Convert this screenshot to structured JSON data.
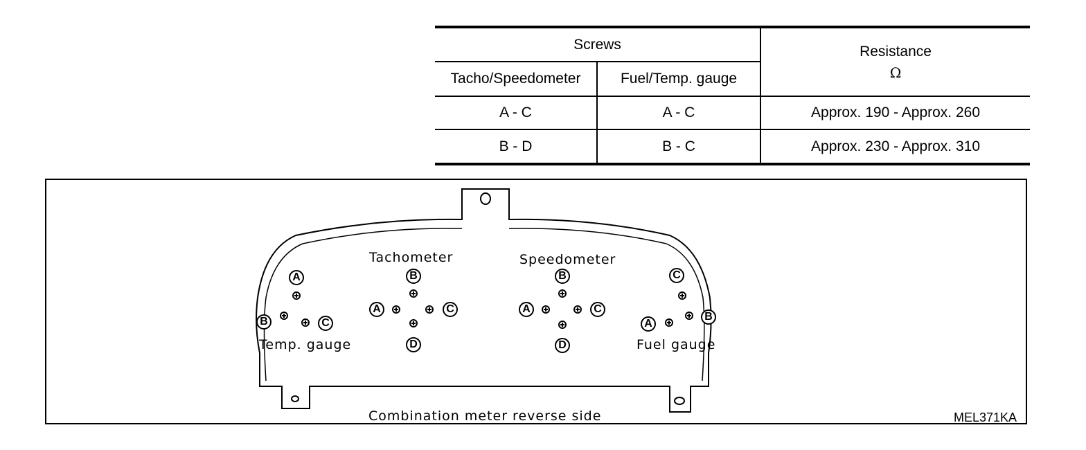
{
  "table": {
    "screws_header": "Screws",
    "tacho_header": "Tacho/Speedometer",
    "fuel_header": "Fuel/Temp. gauge",
    "resistance_header": "Resistance",
    "resistance_unit": "Ω",
    "rows": [
      {
        "tacho": "A - C",
        "fuel": "A - C",
        "resistance": "Approx. 190 - Approx. 260"
      },
      {
        "tacho": "B - D",
        "fuel": "B - C",
        "resistance": "Approx. 230 - Approx. 310"
      }
    ]
  },
  "diagram": {
    "tachometer_label": "Tachometer",
    "speedometer_label": "Speedometer",
    "temp_gauge_label": "Temp. gauge",
    "fuel_gauge_label": "Fuel gauge",
    "caption": "Combination meter reverse side",
    "figure_code": "MEL371KA",
    "pins": {
      "a": "A",
      "b": "B",
      "c": "C",
      "d": "D"
    }
  }
}
